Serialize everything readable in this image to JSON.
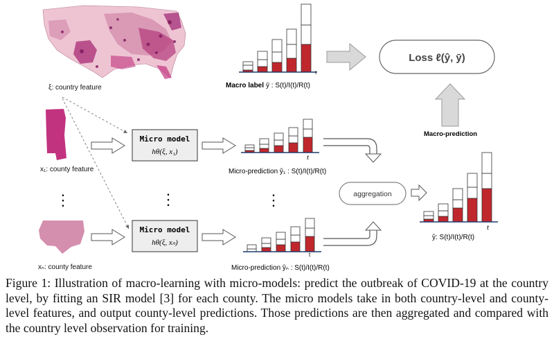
{
  "diagram": {
    "country_feature_label": "ξ: country feature",
    "county_feature_1": "x₁: county feature",
    "county_feature_n": "xₙ: county feature",
    "dots": "⋮",
    "micro_model_title": "Micro model",
    "micro_model_func_1": "hθ(ξ, x₁)",
    "micro_model_func_n": "hθ(ξ, xₙ)",
    "macro_label_bold": "Macro label",
    "macro_label_rest": "ȳ : S(t)/I(t)/R(t)",
    "micro_prediction_1": "Micro-prediction ŷ₁ : S(t)/I(t)/R(t)",
    "micro_prediction_n": "Micro-prediction ŷₙ : S(t)/I(t)/R(t)",
    "aggregation": "aggregation",
    "macro_prediction": "Macro-prediction",
    "macro_output_label": "ŷ: S(t)/I(t)/R(t)",
    "loss_label": "Loss ℓ(ŷ, ȳ)",
    "t_axis": "t",
    "colors": {
      "red": "#c0272d",
      "magenta": "#c2337f",
      "pink": "#d58fae",
      "box_fill": "#eeeeee",
      "arrow_fill": "#d9d9d9"
    }
  },
  "caption": "Figure 1: Illustration of macro-learning with micro-models: predict the outbreak of COVID-19 at the country level, by fitting an SIR model [3] for each county. The micro models take in both country-level and county-level features, and output county-level predictions. Those predictions are then aggregated and compared with the country level observation for training."
}
